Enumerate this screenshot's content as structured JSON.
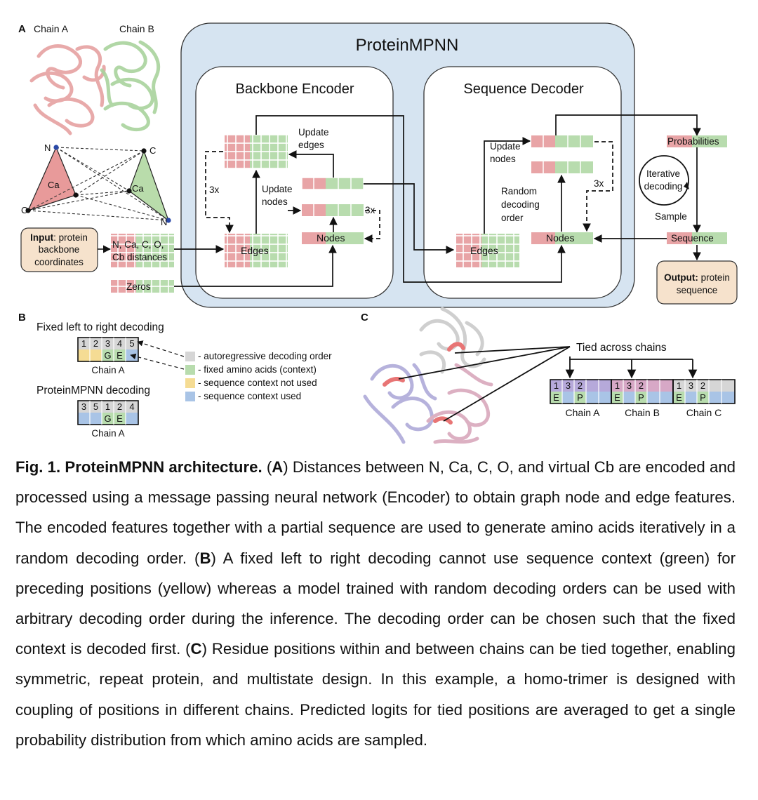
{
  "colors": {
    "pink": "#e8a4a6",
    "green": "#b8dcae",
    "blue_panel": "#d6e4f1",
    "peach": "#f6e2cc",
    "gray_cell": "#d6d6d6",
    "yellow_cell": "#f5dc94",
    "blue_cell": "#a9c4e6",
    "purple_cell": "#b6a9da",
    "mauve_cell": "#d7a8c6",
    "red_site": "#e87575"
  },
  "panel_a": {
    "letter": "A",
    "chain_a": "Chain A",
    "chain_b": "Chain B",
    "atoms": {
      "n_left": "N",
      "c_right": "C",
      "ca_left": "Ca",
      "ca_right": "Ca",
      "c_left": "C",
      "n_right": "N"
    },
    "input_bold": "Input",
    "input_line1_rest": ": protein",
    "input_line2": "backbone",
    "input_line3": "coordinates",
    "distances_line1": "N, Ca, C, O,",
    "distances_line2": "Cb distances",
    "zeros": "Zeros",
    "title": "ProteinMPNN",
    "encoder_title": "Backbone Encoder",
    "decoder_title": "Sequence Decoder",
    "update_edges_1": "Update",
    "update_edges_2": "edges",
    "update_nodes_1": "Update",
    "update_nodes_2": "nodes",
    "repeat_label": "3x",
    "edges": "Edges",
    "nodes": "Nodes",
    "dec_update_nodes_1": "Update",
    "dec_update_nodes_2": "nodes",
    "random_1": "Random",
    "random_2": "decoding",
    "random_3": "order",
    "probabilities": "Probabilities",
    "iterative_1": "Iterative",
    "iterative_2": "decoding",
    "sample": "Sample",
    "sequence": "Sequence",
    "output_bold": "Output:",
    "output_line1_rest": " protein",
    "output_line2": "sequence"
  },
  "panel_b": {
    "letter": "B",
    "fixed_title": "Fixed left to right decoding",
    "fixed_order": [
      "1",
      "2",
      "3",
      "4",
      "5"
    ],
    "fixed_seq": [
      "",
      "",
      "G",
      "E",
      ""
    ],
    "mpnn_title": "ProteinMPNN decoding",
    "mpnn_order": [
      "3",
      "5",
      "1",
      "2",
      "4"
    ],
    "mpnn_seq": [
      "",
      "",
      "G",
      "E",
      ""
    ],
    "chain_label": "Chain A",
    "legend": [
      "- autoregressive decoding order",
      "- fixed amino acids (context)",
      "- sequence context not used",
      "- sequence context used"
    ]
  },
  "panel_c": {
    "letter": "C",
    "tied": "Tied across chains",
    "chains": [
      {
        "label": "Chain A",
        "order": [
          "1",
          "3",
          "2"
        ],
        "seq": [
          "E",
          "",
          "P"
        ]
      },
      {
        "label": "Chain B",
        "order": [
          "1",
          "3",
          "2"
        ],
        "seq": [
          "E",
          "",
          "P"
        ]
      },
      {
        "label": "Chain C",
        "order": [
          "1",
          "3",
          "2"
        ],
        "seq": [
          "E",
          "",
          "P"
        ]
      }
    ]
  },
  "caption": {
    "fig_label": "Fig. 1. ProteinMPNN architecture.",
    "a_open": " (",
    "a_letter": "A",
    "a_text": ") Distances between N, Ca, C, O, and virtual Cb are encoded and processed using a message passing neural network (Encoder) to obtain graph node and edge features. The encoded features together with a partial sequence are used to generate amino acids iteratively in a random decoding order. (",
    "b_letter": "B",
    "b_text": ") A fixed left to right decoding cannot use sequence context (green) for preceding positions (yellow) whereas a model trained with random decoding orders can be used with arbitrary decoding order during the inference. The decoding order can be chosen such that the fixed context is decoded first. (",
    "c_letter": "C",
    "c_text": ") Residue positions within and between chains can be tied together, enabling symmetric, repeat protein, and multistate design. In this example, a homo-trimer is designed with coupling of positions in different chains. Predicted logits for tied positions are averaged to get a single probability distribution from which amino acids are sampled."
  }
}
